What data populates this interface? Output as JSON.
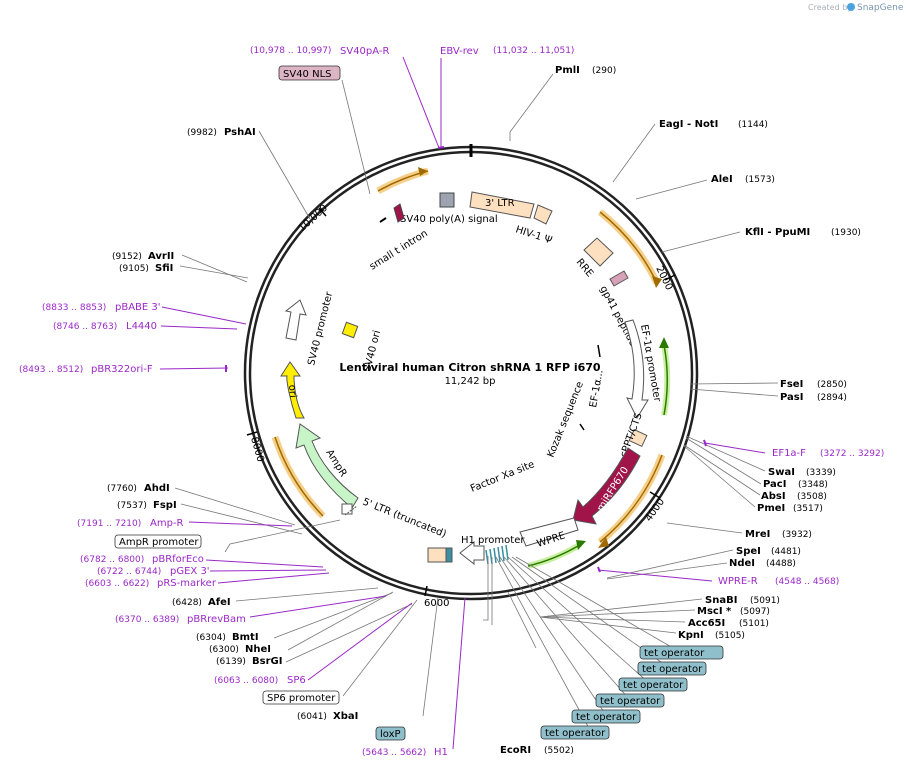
{
  "credit": {
    "prefix": "Created by",
    "brand": "SnapGene"
  },
  "map": {
    "name": "Lentiviral human Citron shRNA 1 RFP i670",
    "size": "11,242 bp",
    "total_bp": 11242,
    "ticks": [
      {
        "bp": 2000,
        "label": "2000"
      },
      {
        "bp": 4000,
        "label": "4000"
      },
      {
        "bp": 6000,
        "label": "6000"
      },
      {
        "bp": 8000,
        "label": "8000"
      },
      {
        "bp": 10000,
        "label": "10,000"
      }
    ]
  },
  "enzymes": [
    {
      "name": "PmlI",
      "pos": "(290)"
    },
    {
      "name": "EagI  - NotI",
      "pos": "(1144)"
    },
    {
      "name": "AleI",
      "pos": "(1573)"
    },
    {
      "name": "KflI  - PpuMI",
      "pos": "(1930)"
    },
    {
      "name": "FseI",
      "pos": "(2850)"
    },
    {
      "name": "PasI",
      "pos": "(2894)"
    },
    {
      "name": "SwaI",
      "pos": "(3339)"
    },
    {
      "name": "PacI",
      "pos": "(3348)"
    },
    {
      "name": "AbsI",
      "pos": "(3508)"
    },
    {
      "name": "PmeI",
      "pos": "(3517)"
    },
    {
      "name": "MreI",
      "pos": "(3932)"
    },
    {
      "name": "SpeI",
      "pos": "(4481)"
    },
    {
      "name": "NdeI",
      "pos": "(4488)"
    },
    {
      "name": "SnaBI",
      "pos": "(5091)"
    },
    {
      "name": "MscI *",
      "pos": "(5097)"
    },
    {
      "name": "Acc65I",
      "pos": "(5101)"
    },
    {
      "name": "KpnI",
      "pos": "(5105)"
    },
    {
      "name": "EcoRI",
      "pos": "(5502)"
    },
    {
      "name": "XbaI",
      "pos": "(6041)"
    },
    {
      "name": "BsrGI",
      "pos": "(6139)"
    },
    {
      "name": "NheI",
      "pos": "(6300)"
    },
    {
      "name": "BmtI",
      "pos": "(6304)"
    },
    {
      "name": "AfeI",
      "pos": "(6428)"
    },
    {
      "name": "FspI",
      "pos": "(7537)"
    },
    {
      "name": "AhdI",
      "pos": "(7760)"
    },
    {
      "name": "SfiI",
      "pos": "(9105)"
    },
    {
      "name": "AvrII",
      "pos": "(9152)"
    },
    {
      "name": "PshAI",
      "pos": "(9982)"
    }
  ],
  "primers": [
    {
      "name": "SV40pA-R",
      "pos": "(10,978 .. 10,997)"
    },
    {
      "name": "EBV-rev",
      "pos": "(11,032 .. 11,051)"
    },
    {
      "name": "EF1a-F",
      "pos": "(3272 .. 3292)"
    },
    {
      "name": "WPRE-R",
      "pos": "(4548 .. 4568)"
    },
    {
      "name": "H1",
      "pos": "(5643 .. 5662)"
    },
    {
      "name": "SP6",
      "pos": "(6063 .. 6080)"
    },
    {
      "name": "pBRrevBam",
      "pos": "(6370 .. 6389)"
    },
    {
      "name": "pRS-marker",
      "pos": "(6603 .. 6622)"
    },
    {
      "name": "pGEX 3'",
      "pos": "(6722 .. 6744)"
    },
    {
      "name": "pBRforEco",
      "pos": "(6782 .. 6800)"
    },
    {
      "name": "Amp-R",
      "pos": "(7191 .. 7210)"
    },
    {
      "name": "pBR322ori-F",
      "pos": "(8493 .. 8512)"
    },
    {
      "name": "L4440",
      "pos": "(8746 .. 8763)"
    },
    {
      "name": "pBABE 3'",
      "pos": "(8833 .. 8853)"
    }
  ],
  "boxed_features": [
    {
      "name": "SV40 NLS",
      "style": "pink"
    },
    {
      "name": "tet operator",
      "style": "teal"
    },
    {
      "name": "tet operator",
      "style": "teal"
    },
    {
      "name": "tet operator",
      "style": "teal"
    },
    {
      "name": "tet operator",
      "style": "teal"
    },
    {
      "name": "tet operator",
      "style": "teal"
    },
    {
      "name": "tet operator",
      "style": "teal"
    },
    {
      "name": "loxP",
      "style": "teal"
    },
    {
      "name": "AmpR promoter",
      "style": "white"
    },
    {
      "name": "SP6 promoter",
      "style": "white"
    }
  ],
  "features": {
    "ltr3": "3' LTR",
    "hiv_psi": "HIV-1 Ψ",
    "rre": "RRE",
    "gp41": "gp41 peptide",
    "ef1a_promoter": "EF-1α promoter",
    "ef1a_short": "EF-1α...",
    "cppt": "cPPT/CTS",
    "kozak": "Kozak sequence",
    "factor_xa": "Factor Xa site",
    "mirfp": "miRFP670",
    "wpre": "WPRE",
    "h1_promoter": "H1 promoter",
    "ltr5": "5' LTR (truncated)",
    "ampr": "AmpR",
    "ori": "ori",
    "sv40_promoter": "SV40 promoter",
    "sv40_ori": "SV40 ori",
    "small_t": "small t intron",
    "sv40_polya": "SV40 poly(A) signal"
  },
  "colors": {
    "primer": "#9a28c8",
    "pink_box": "#dcb4c3",
    "teal_box": "#8fbfca",
    "ampr": "#c8f5c8",
    "ori": "#ffee00",
    "mirfp": "#a0144a",
    "orange_glow": "#f6d08a"
  }
}
